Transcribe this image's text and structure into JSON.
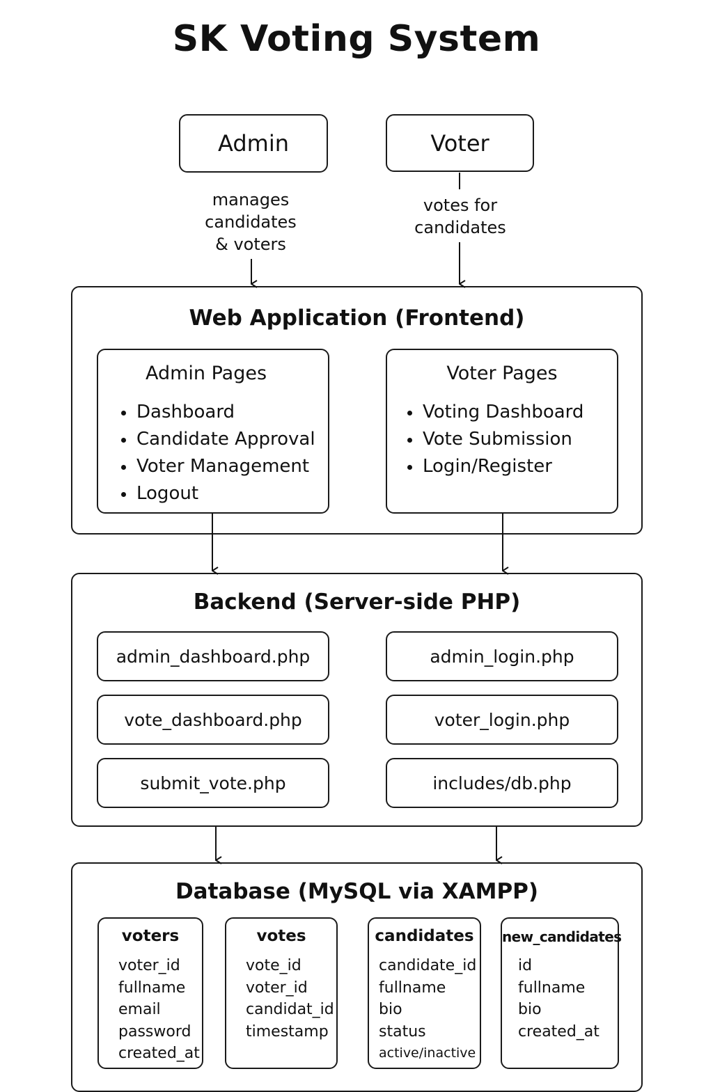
{
  "title": "SK Voting System",
  "actors": {
    "admin": "Admin",
    "voter": "Voter"
  },
  "edges": {
    "admin_label": [
      "manages",
      "candidates",
      "& voters"
    ],
    "voter_label": [
      "votes for",
      "candidates"
    ]
  },
  "frontend": {
    "title": "Web Application (Frontend)",
    "admin_pages": {
      "title": "Admin Pages",
      "items": [
        "Dashboard",
        "Candidate Approval",
        "Voter Management",
        "Logout"
      ]
    },
    "voter_pages": {
      "title": "Voter Pages",
      "items": [
        "Voting Dashboard",
        "Vote Submission",
        "Login/Register"
      ]
    }
  },
  "backend": {
    "title": "Backend (Server-side PHP)",
    "files": [
      "admin_dashboard.php",
      "admin_login.php",
      "vote_dashboard.php",
      "voter_login.php",
      "submit_vote.php",
      "includes/db.php"
    ]
  },
  "database": {
    "title": "Database (MySQL via XAMPP)",
    "tables": [
      {
        "name": "voters",
        "fields": [
          "voter_id",
          "fullname",
          "email",
          "password",
          "created_at"
        ]
      },
      {
        "name": "votes",
        "fields": [
          "vote_id",
          "voter_id",
          "candidat_id",
          "timestamp"
        ]
      },
      {
        "name": "candidates",
        "fields": [
          "candidate_id",
          "fullname",
          "bio",
          "status",
          "active/inactive"
        ]
      },
      {
        "name": "new_candidates",
        "fields": [
          "id",
          "fullname",
          "bio",
          "created_at"
        ]
      }
    ]
  }
}
